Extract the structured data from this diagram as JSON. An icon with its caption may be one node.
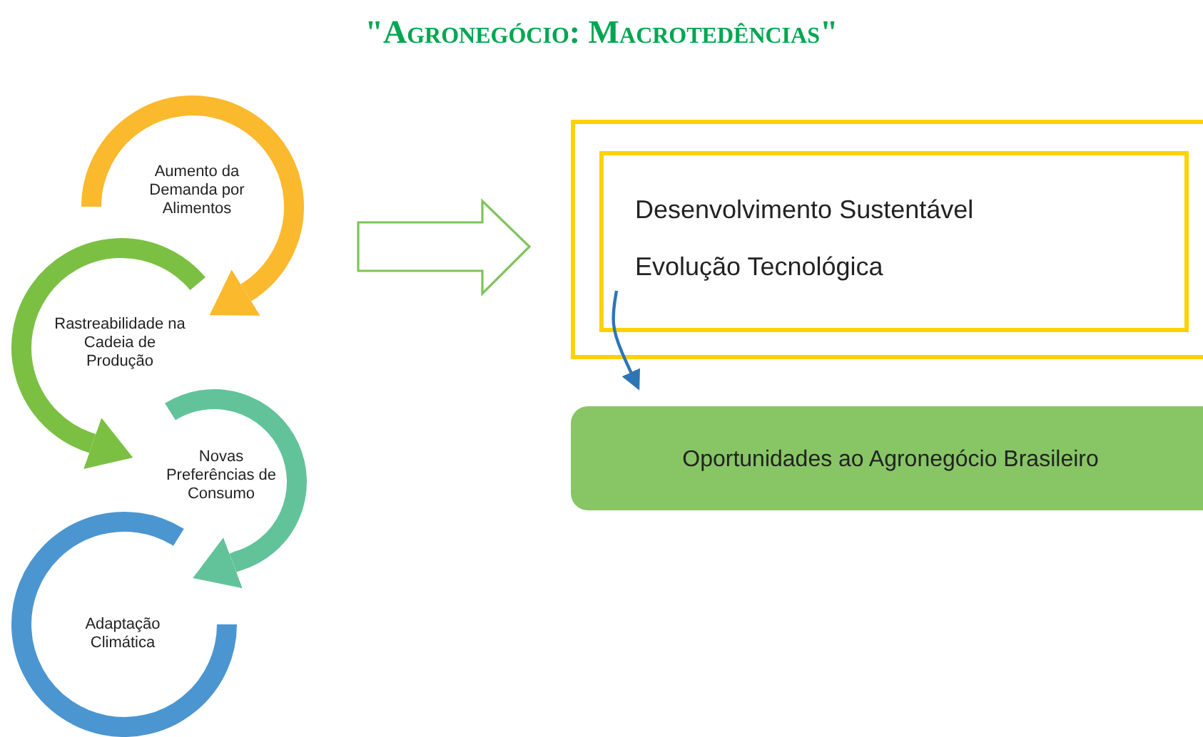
{
  "diagram": {
    "title": "\"Agronegócio: Macrotedências\"",
    "nodes": [
      {
        "text": [
          "Aumento da Demanda por Alimentos"
        ]
      },
      {
        "text": [
          "Rastreabilidade na Cadeia de Produção"
        ]
      },
      {
        "text": [
          "Novas Preferências de Consumo"
        ]
      },
      {
        "text": [
          "Adaptação Climática"
        ]
      },
      {
        "text": [],
        "shape": "box"
      },
      {
        "text": [
          "Desenvolvimento Sustentável",
          "Evolução Tecnológica"
        ],
        "in": 4
      },
      {
        "text": [
          "Oportunidades ao Agronegócio Brasileiro"
        ]
      }
    ],
    "edges": [
      {
        "from": 0,
        "to": 1,
        "arrow": "to",
        "color": "#fbb92d"
      },
      {
        "from": 1,
        "to": 2,
        "arrow": "to",
        "color": "#7bc043"
      },
      {
        "from": 2,
        "to": 3,
        "arrow": "to",
        "color": "#62c39b"
      },
      {
        "from": null,
        "to": 4,
        "arrow": "to",
        "color": "#7dc45a"
      },
      {
        "from": 5,
        "to": 6,
        "arrow": "to",
        "color": "#2e75b6"
      }
    ]
  }
}
